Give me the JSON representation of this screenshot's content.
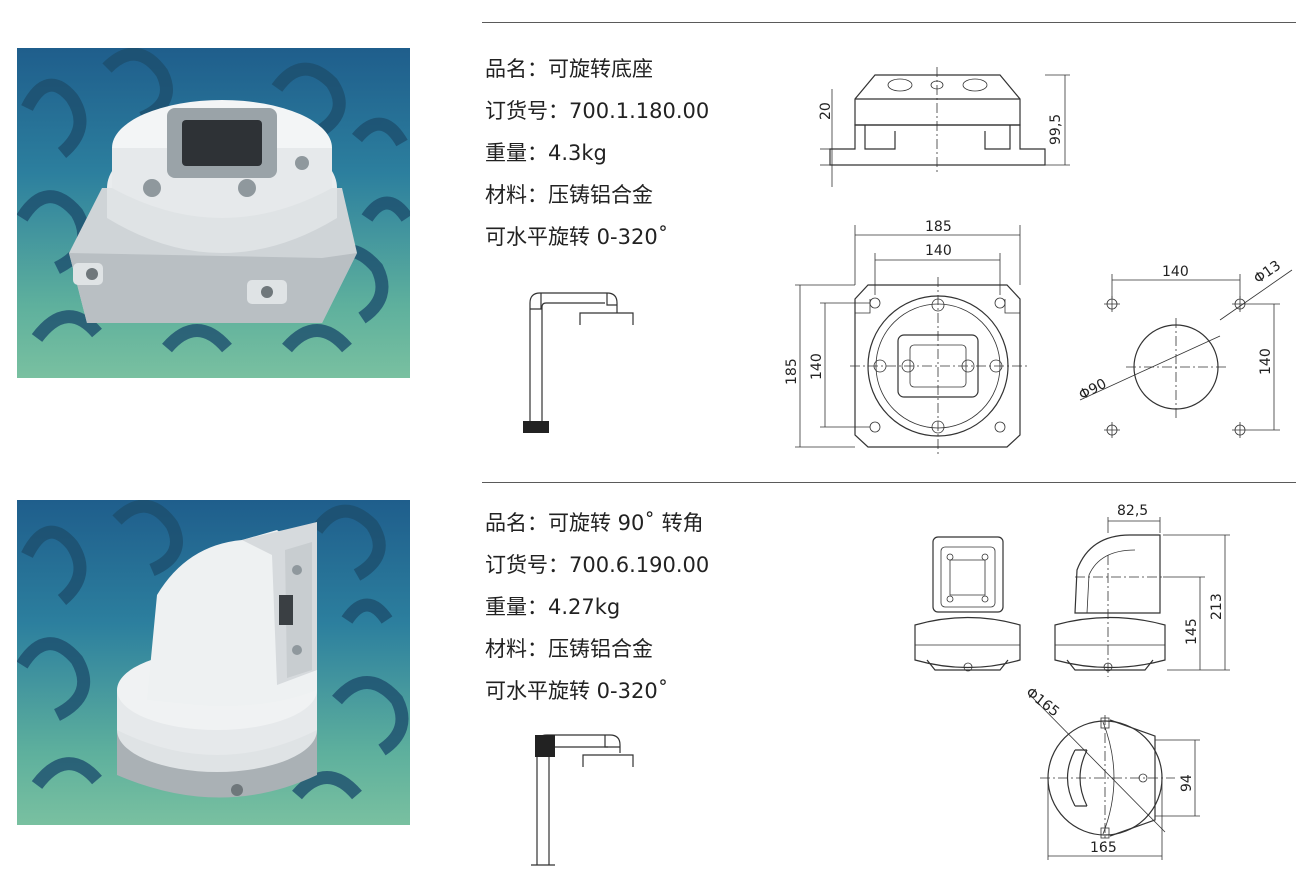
{
  "products": [
    {
      "name_label": "品名：",
      "name": "可旋转底座",
      "order_label": "订货号：",
      "order_no": "700.1.180.00",
      "weight_label": "重量：",
      "weight": "4.3kg",
      "material_label": "材料：",
      "material": "压铸铝合金",
      "rotation": "可水平旋转 0-320˚",
      "dims": {
        "side_height": "20",
        "total_height": "99,5",
        "outer_width": "185",
        "hole_spacing": "140",
        "outer_height": "185",
        "hole_spacing_v": "140",
        "pattern_width": "140",
        "hole_dia": "Φ13",
        "circle_dia": "Φ90",
        "pattern_height": "140"
      }
    },
    {
      "name_label": "品名：",
      "name": "可旋转 90˚ 转角",
      "order_label": "订货号：",
      "order_no": "700.6.190.00",
      "weight_label": "重量：",
      "weight": "4.27kg",
      "material_label": "材料：",
      "material": "压铸铝合金",
      "rotation": "可水平旋转 0-320˚",
      "dims": {
        "top_width": "82,5",
        "inner_height": "145",
        "total_height": "213",
        "base_dia": "Φ165",
        "offset": "94",
        "base_width": "165"
      }
    }
  ],
  "colors": {
    "photo_bg_top": "#1f5e8c",
    "photo_bg_bottom": "#79c0a0",
    "logo_pattern": "#1d4f6e",
    "product_white": "#e9ecee",
    "rule": "#5a5a5a"
  }
}
